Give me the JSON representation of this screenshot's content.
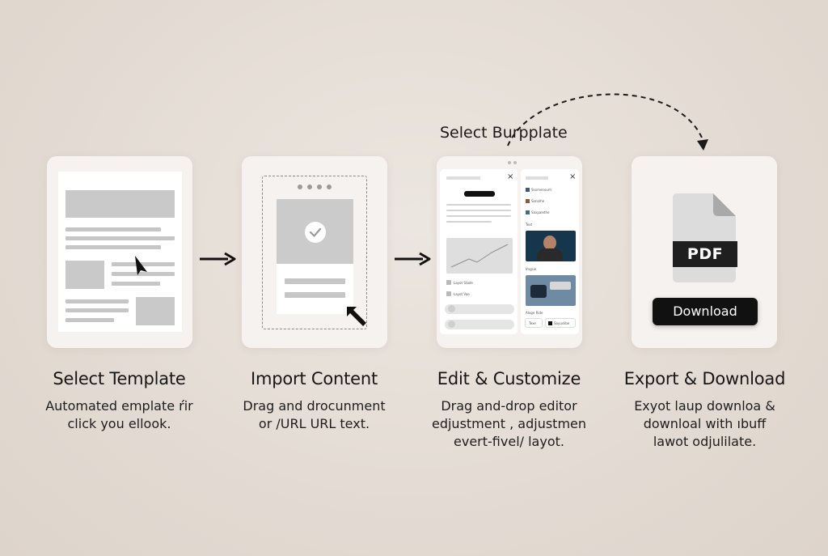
{
  "callout": {
    "label": "Select Burpplate"
  },
  "steps": [
    {
      "title": "Select Template",
      "desc": [
        "Automated  emplate ŕir",
        "click you ellook."
      ]
    },
    {
      "title": "Import Content",
      "desc": [
        "Drag and drocunment",
        "or /URL URL text."
      ]
    },
    {
      "title": "Edit & Customize",
      "desc": [
        "Drag and-drop editor",
        "edjustment  , adjustmen",
        "evert-fivel/ layot."
      ]
    },
    {
      "title": "Export & Download",
      "desc": [
        "Exyot laup downloa &",
        "downloal with ıbuff",
        "lawot odjulilate."
      ]
    }
  ],
  "export_card": {
    "file_badge": "PDF",
    "download_label": "Download"
  },
  "editor_mock": {
    "left_labels": [
      "Layot Stade",
      "Layot Vae"
    ],
    "right_labels": [
      "Ssomenoum",
      "Sonolhe",
      "Saxpalethe",
      "Text",
      "Imgsie",
      "Aloge Ride"
    ],
    "bottom_chips": [
      "Texe",
      "Sayuslibe"
    ]
  },
  "icons": [
    "checkmark-icon",
    "cursor-icon",
    "arrow-right-icon",
    "file-icon",
    "close-icon"
  ]
}
